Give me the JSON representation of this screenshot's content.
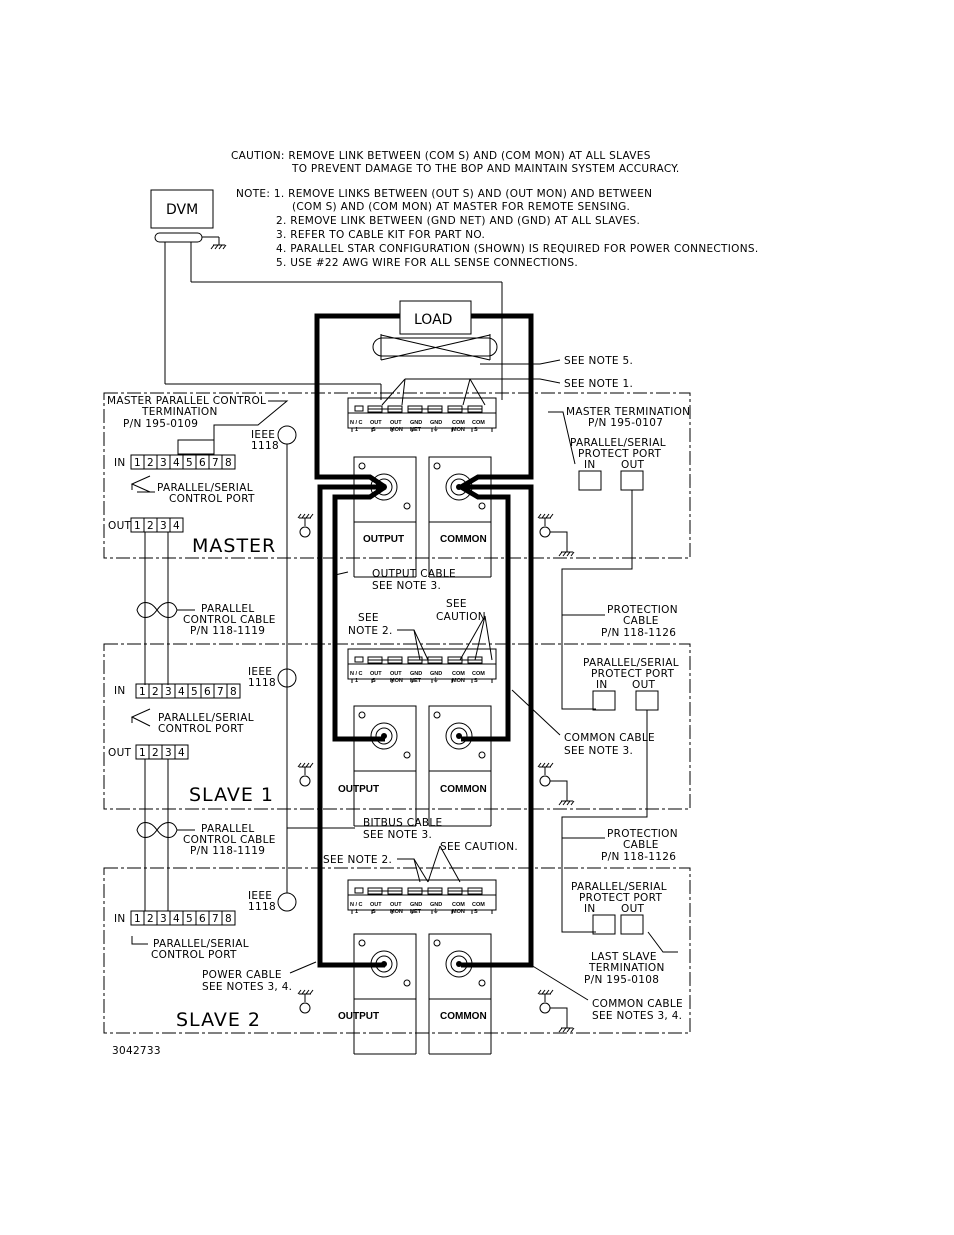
{
  "notes": {
    "caution_1": "CAUTION:  REMOVE LINK BETWEEN (COM S) AND (COM MON) AT ALL SLAVES",
    "caution_2": "TO PREVENT DAMAGE TO THE BOP AND MAINTAIN SYSTEM ACCURACY.",
    "note_1a": "NOTE:  1. REMOVE LINKS BETWEEN (OUT S) AND (OUT MON) AND BETWEEN",
    "note_1b": "(COM S) AND (COM MON) AT MASTER FOR REMOTE SENSING.",
    "note_2": "2. REMOVE LINK BETWEEN (GND NET) AND (GND) AT ALL SLAVES.",
    "note_3": "3. REFER TO CABLE KIT FOR PART NO.",
    "note_4": "4. PARALLEL STAR CONFIGURATION (SHOWN)   IS REQUIRED FOR POWER CONNECTIONS.",
    "note_5": "5. USE #22 AWG WIRE FOR ALL SENSE CONNECTIONS."
  },
  "dvm": "DVM",
  "load": "LOAD",
  "callouts": {
    "see_note_5": "SEE NOTE 5.",
    "see_note_1": "SEE NOTE 1.",
    "master_parallel_term_1": "MASTER PARALLEL CONTROL",
    "master_parallel_term_2": "TERMINATION",
    "master_parallel_term_3": "P/N 195-0109",
    "master_term_1": "MASTER TERMINATION",
    "master_term_2": "P/N 195-0107",
    "output_cable_1": "OUTPUT CABLE",
    "output_cable_2": "SEE NOTE 3.",
    "see": "SEE",
    "note_2_ref": "NOTE 2.",
    "caution": "CAUTION",
    "parallel_cable_1": "PARALLEL",
    "parallel_cable_2": "CONTROL CABLE",
    "parallel_cable_3": "P/N 118-1119",
    "protection_cable_1": "PROTECTION",
    "protection_cable_2": "CABLE",
    "protection_cable_3": "P/N 118-1126",
    "common_cable_1": "COMMON CABLE",
    "common_cable_2": "SEE NOTE 3.",
    "bitbus_1": "BITBUS CABLE",
    "bitbus_2": "SEE NOTE 3.",
    "see_caution": "SEE CAUTION.",
    "see_note_2": "SEE NOTE 2.",
    "last_slave_1": "LAST SLAVE",
    "last_slave_2": "TERMINATION",
    "last_slave_3": "P/N 195-0108",
    "power_cable_1": "POWER CABLE",
    "power_cable_2": "SEE NOTES 3, 4.",
    "common_cable_b1": "COMMON CABLE",
    "common_cable_b2": "SEE NOTES 3, 4."
  },
  "units": [
    {
      "name": "MASTER"
    },
    {
      "name": "SLAVE  1"
    },
    {
      "name": "SLAVE  2"
    }
  ],
  "labels": {
    "ieee_1": "IEEE",
    "ieee_2": "1118",
    "in": "IN",
    "out": "OUT",
    "ps_control_1": "PARALLEL/SERIAL",
    "ps_control_2": "CONTROL PORT",
    "ps_protect_1": "PARALLEL/SERIAL",
    "ps_protect_2": "PROTECT PORT",
    "output": "OUTPUT",
    "common": "COMMON"
  },
  "in_pins": [
    "1",
    "2",
    "3",
    "4",
    "5",
    "6",
    "7",
    "8"
  ],
  "out_pins": [
    "1",
    "2",
    "3",
    "4"
  ],
  "terminals": [
    {
      "top": "N / C",
      "bottom": "1"
    },
    {
      "top": "OUT",
      "bottom": "S"
    },
    {
      "top": "OUT",
      "bottom": "MON"
    },
    {
      "top": "GND",
      "bottom": "NET"
    },
    {
      "top": "GND",
      "bottom": "⏚"
    },
    {
      "top": "COM",
      "bottom": "MON"
    },
    {
      "top": "COM",
      "bottom": "S"
    }
  ],
  "drawing_number": "3042733"
}
